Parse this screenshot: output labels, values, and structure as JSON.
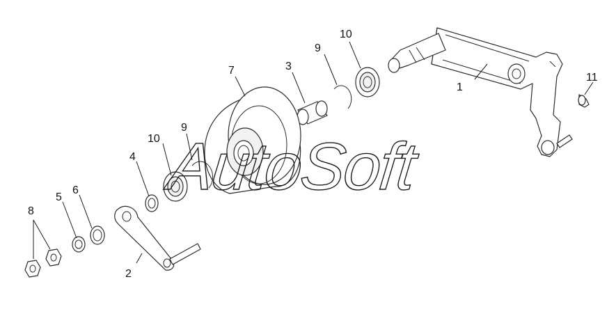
{
  "watermark": "AutoSoft",
  "callouts": {
    "c1": "1",
    "c2": "2",
    "c3": "3",
    "c4": "4",
    "c5": "5",
    "c6": "6",
    "c7": "7",
    "c8": "8",
    "c9a": "9",
    "c9b": "9",
    "c10a": "10",
    "c10b": "10",
    "c11": "11"
  }
}
